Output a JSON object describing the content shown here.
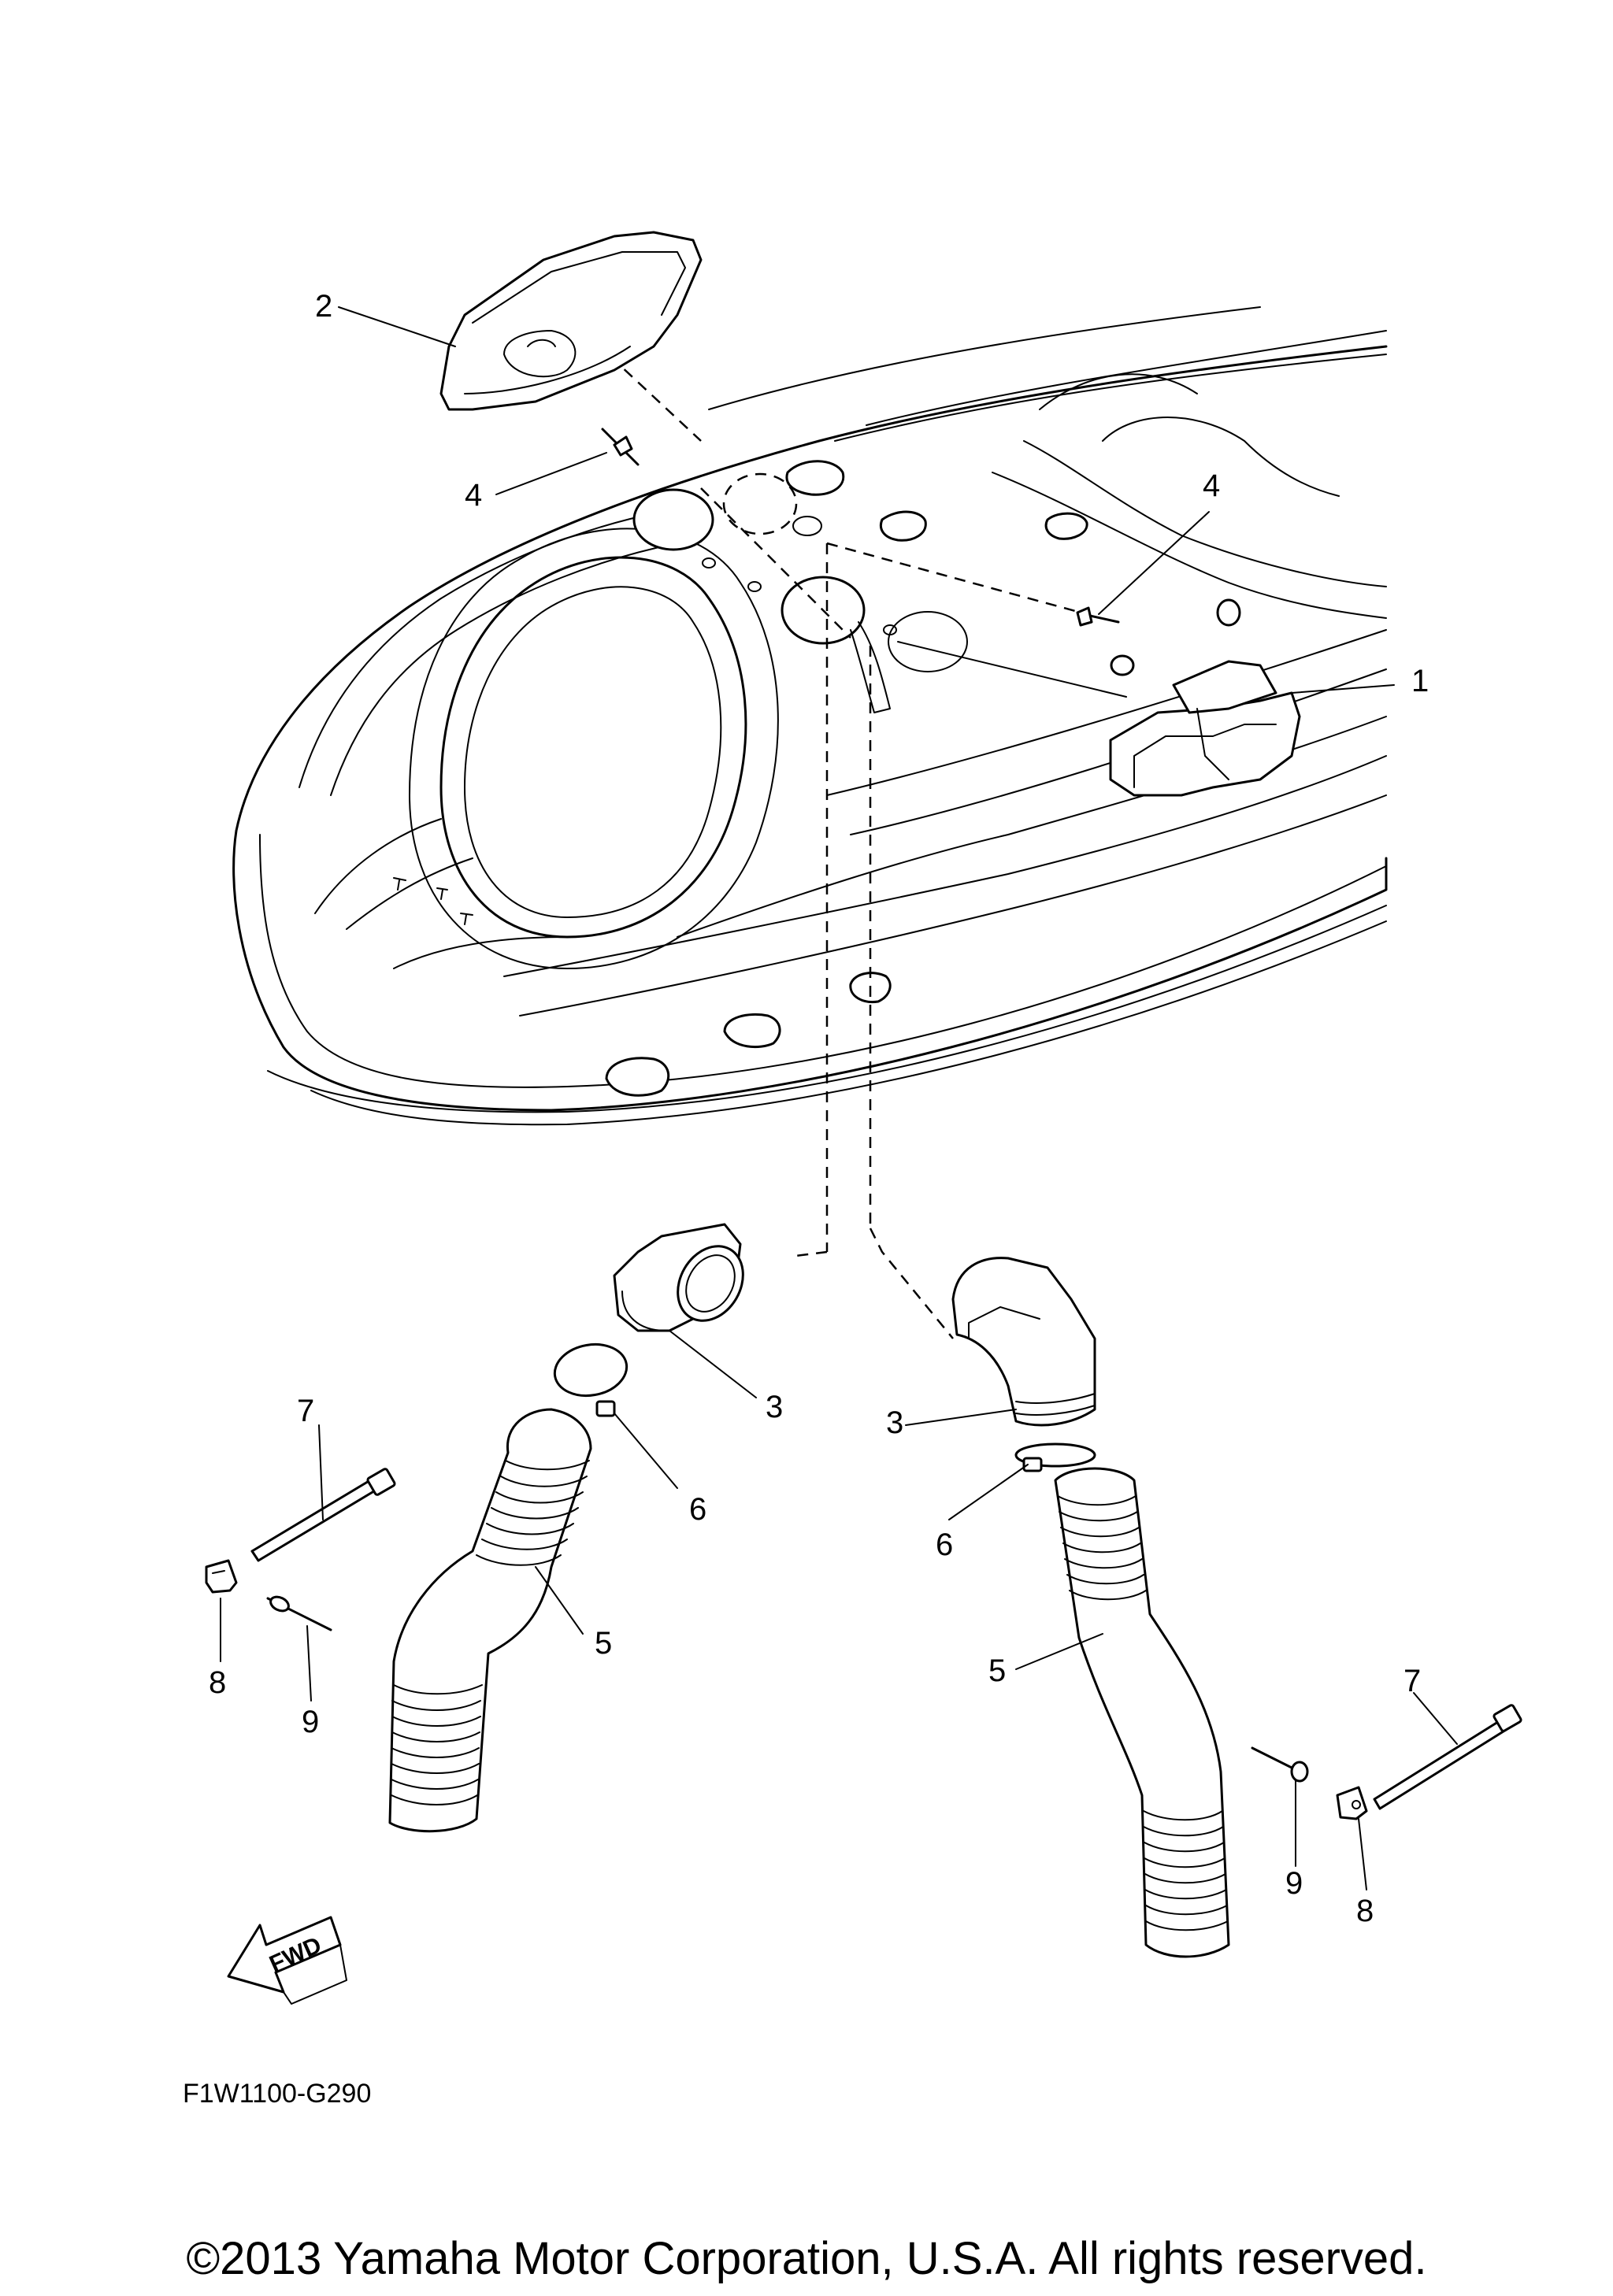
{
  "callouts": {
    "c1": "1",
    "c2": "2",
    "c3a": "3",
    "c3b": "3",
    "c4a": "4",
    "c4b": "4",
    "c5a": "5",
    "c5b": "5",
    "c6a": "6",
    "c6b": "6",
    "c7a": "7",
    "c7b": "7",
    "c8a": "8",
    "c8b": "8",
    "c9a": "9",
    "c9b": "9"
  },
  "fwd_label": "FWD",
  "diagram_code": "F1W1100-G290",
  "copyright": "©2013 Yamaha Motor Corporation, U.S.A. All rights reserved."
}
